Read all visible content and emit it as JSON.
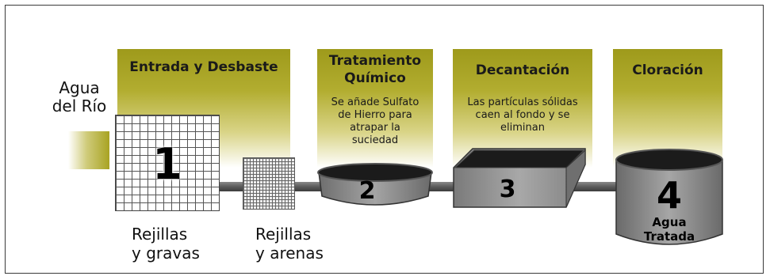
{
  "river": {
    "label_line1": "Agua",
    "label_line2": "del Río"
  },
  "stages": [
    {
      "title": "Entrada y Desbaste",
      "description": ""
    },
    {
      "title_line1": "Tratamiento",
      "title_line2": "Químico",
      "description_lines": [
        "Se añade Sulfato",
        "de Hierro para",
        "atrapar la",
        "suciedad"
      ]
    },
    {
      "title": "Decantación",
      "description_lines": [
        "Las partículas sólidas",
        "caen al fondo y se",
        "eliminan"
      ]
    },
    {
      "title": "Cloración",
      "description": ""
    }
  ],
  "numbers": {
    "step1": "1",
    "step2": "2",
    "step3": "3",
    "step4": "4"
  },
  "labels": {
    "screens_gravel_line1": "Rejillas",
    "screens_gravel_line2": "y gravas",
    "screens_sand_line1": "Rejillas",
    "screens_sand_line2": "y arenas",
    "treated_line1": "Agua",
    "treated_line2": "Tratada"
  },
  "colors": {
    "header_olive": "#a8a322",
    "tank_gray": "#8f8f8f",
    "tank_dark": "#1b1b1b"
  }
}
